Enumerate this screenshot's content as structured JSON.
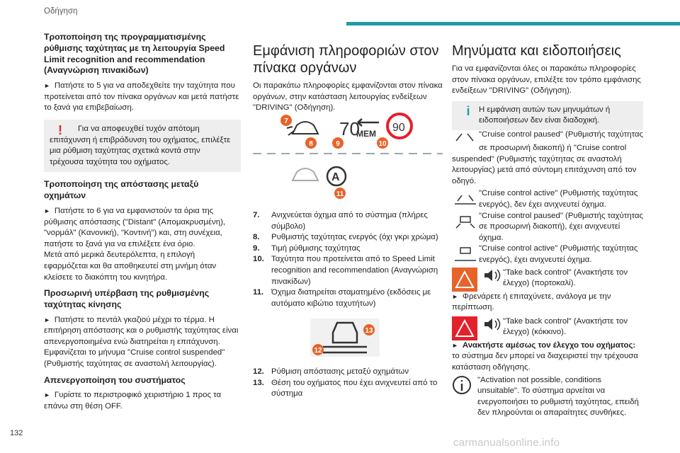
{
  "header": {
    "section": "Οδήγηση",
    "accent": "#1f9ca4"
  },
  "page_number": "132",
  "footer": "carmanualsonline.info",
  "col1": {
    "h_speed_mod": "Τροποποίηση της προγραμματισμένης ρύθμισης ταχύτητας με τη λειτουργία Speed Limit recognition and recommendation (Αναγνώριση πινακίδων)",
    "p1": "Πατήστε το 5 για να αποδεχθείτε την ταχύτητα που προτείνεται από τον πίνακα οργάνων και μετά πατήστε το ξανά για επιβεβαίωση.",
    "warn": "Για να αποφευχθεί τυχόν απότομη επιτάχυνση ή επιβράδυνση του οχήματος, επιλέξτε μια ρύθμιση ταχύτητας σχετικά κοντά στην τρέχουσα ταχύτητα του οχήματος.",
    "h_distance": "Τροποποίηση της απόστασης μεταξύ οχημάτων",
    "p2": "Πατήστε το 6 για να εμφανιστούν τα όρια της ρύθμισης απόστασης (\"Distant\" (Απομακρυσμένη), \"νορμάλ\" (Κανονική), \"Κοντινή\") και, στη συνέχεια, πατήστε το ξανά για να επιλέξετε ένα όριο.",
    "p3": "Μετά από μερικά δευτερόλεπτα, η επιλογή εφαρμόζεται και θα αποθηκευτεί στη μνήμη όταν κλείσετε το διακόπτη του κινητήρα.",
    "h_override": "Προσωρινή υπέρβαση της ρυθμισμένης ταχύτητας κίνησης",
    "p4": "Πατήστε το πεντάλ γκαζιού μέχρι το τέρμα. Η επιτήρηση απόστασης και ο ρυθμιστής ταχύτητας είναι απενεργοποιημένα ενώ διατηρείται η επιτάχυνση.",
    "p5": "Εμφανίζεται το μήνυμα \"Cruise control suspended\" (Ρυθμιστής ταχύτητας σε αναστολή λειτουργίας).",
    "h_deactivate": "Απενεργοποίηση του συστήματος",
    "p6": "Γυρίστε το περιστροφικό χειριστήριο 1 προς τα επάνω στη θέση OFF."
  },
  "col2": {
    "title": "Εμφάνιση πληροφοριών στον πίνακα οργάνων",
    "intro": "Οι παρακάτω πληροφορίες εμφανίζονται στον πίνακα οργάνων, στην κατάσταση λειτουργίας ενδείξεων \"DRIVING\" (Οδήγηση).",
    "display": {
      "speed": "70",
      "mem": "MEM",
      "limit": "90",
      "badge7": "7",
      "badge8": "8",
      "badge9": "9",
      "badge10": "10",
      "badge11": "11",
      "badge12": "12",
      "badge13": "13"
    },
    "items": [
      {
        "n": "7.",
        "t": "Ανιχνεύεται όχημα από το σύστημα (πλήρες σύμβολο)"
      },
      {
        "n": "8.",
        "t": "Ρυθμιστής ταχύτητας ενεργός (όχι γκρι χρώμα)"
      },
      {
        "n": "9.",
        "t": "Τιμή ρύθμισης ταχύτητας"
      },
      {
        "n": "10.",
        "t": "Ταχύτητα που προτείνεται από το Speed Limit recognition and recommendation (Αναγνώριση πινακίδων)"
      },
      {
        "n": "11.",
        "t": "Όχημα διατηρείται σταματημένο (εκδόσεις με αυτόματο κιβώτιο ταχυτήτων)"
      }
    ],
    "items2": [
      {
        "n": "12.",
        "t": "Ρύθμιση απόστασης μεταξύ οχημάτων"
      },
      {
        "n": "13.",
        "t": "Θέση του οχήματος που έχει ανιχνευτεί από το σύστημα"
      }
    ]
  },
  "col3": {
    "title": "Μηνύματα και ειδοποιήσεις",
    "intro": "Για να εμφανίζονται όλες οι παρακάτω πληροφορίες στον πίνακα οργάνων, επιλέξτε τον τρόπο εμφάνισης ενδείξεων \"DRIVING\" (Οδήγηση).",
    "info": "Η εμφάνιση αυτών των μηνυμάτων ή ειδοποιήσεων δεν είναι διαδοχική.",
    "m1a": "\"Cruise control paused\" (Ρυθμιστής ταχύτητας",
    "m1b": "σε προσωρινή διακοπή) ή \"Cruise control suspended\" (Ρυθμιστής ταχύτητας σε αναστολή λειτουργίας) μετά από σύντομη επιτάχυνση από τον οδηγό.",
    "m2": "\"Cruise control active\" (Ρυθμιστής ταχύτητας ενεργός), δεν έχει ανιχνευτεί όχημα.",
    "m3": "\"Cruise control paused\" (Ρυθμιστής ταχύτητας σε προσωρινή διακοπή), έχει ανιχνευτεί όχημα.",
    "m4": "\"Cruise control active\" (Ρυθμιστής ταχύτητας ενεργός), έχει ανιχνευτεί όχημα.",
    "m5": "\"Take back control\" (Ανακτήστε τον έλεγχο) (πορτοκαλί).",
    "m5b": "Φρενάρετε ή επιταχύνετε, ανάλογα με την περίπτωση.",
    "m6": "\"Take back control\" (Ανακτήστε τον έλεγχο) (κόκκινο).",
    "m6b": "Ανακτήστε αμέσως τον έλεγχο του οχήματος:",
    "m6c": "το σύστημα δεν μπορεί να διαχειριστεί την τρέχουσα κατάσταση οδήγησης.",
    "m7": "\"Activation not possible, conditions unsuitable\". Το σύστημα αρνείται να ενεργοποιήσει το ρυθμιστή ταχύτητας, επειδή δεν πληρούνται οι απαραίτητες συνθήκες.",
    "colors": {
      "orange": "#e8632a",
      "red": "#e4202b",
      "accent": "#1f9ca4",
      "badge": "#e8632a"
    }
  }
}
